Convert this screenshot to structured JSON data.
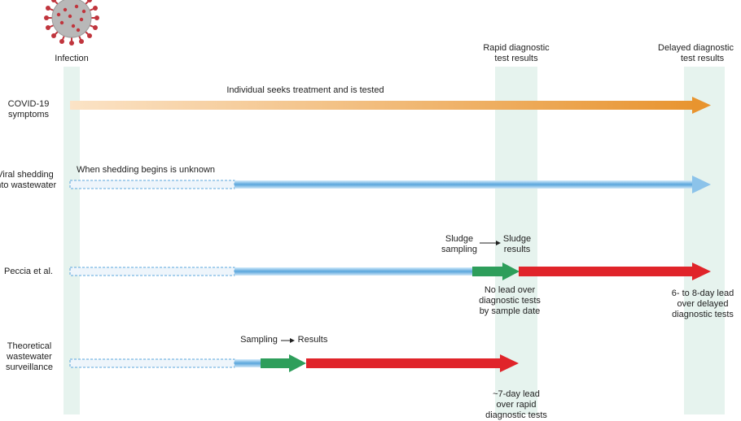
{
  "columns": {
    "infection": "Infection",
    "rapid": [
      "Rapid diagnostic",
      "test results"
    ],
    "delayed": [
      "Delayed diagnostic",
      "test results"
    ]
  },
  "rows": {
    "covid": {
      "label": [
        "COVID-19",
        "symptoms"
      ],
      "note": "Individual seeks treatment and is tested"
    },
    "shedding": {
      "label": [
        "Viral shedding",
        "into wastewater"
      ],
      "note": "When shedding begins is unknown"
    },
    "peccia": {
      "label": "Peccia et al.",
      "sampling": [
        "Sludge",
        "sampling"
      ],
      "results": [
        "Sludge",
        "results"
      ],
      "lead_rapid": [
        "No lead over",
        "diagnostic tests",
        "by sample date"
      ],
      "lead_delayed": [
        "6- to 8-day lead",
        "over delayed",
        "diagnostic tests"
      ]
    },
    "theoretical": {
      "label": [
        "Theoretical",
        "wastewater",
        "surveillance"
      ],
      "sampling": "Sampling",
      "results": "Results",
      "lead_rapid": [
        "~7-day lead",
        "over rapid",
        "diagnostic tests"
      ]
    }
  },
  "colors": {
    "band": "#e6f3ee",
    "orange": "#e8942f",
    "blue": "#5aa6dc",
    "green": "#2e9e5b",
    "red": "#e0242a",
    "virus": "#c0353d"
  },
  "icons": {
    "virus": "coronavirus-icon",
    "arrow": "right-arrow-icon"
  }
}
